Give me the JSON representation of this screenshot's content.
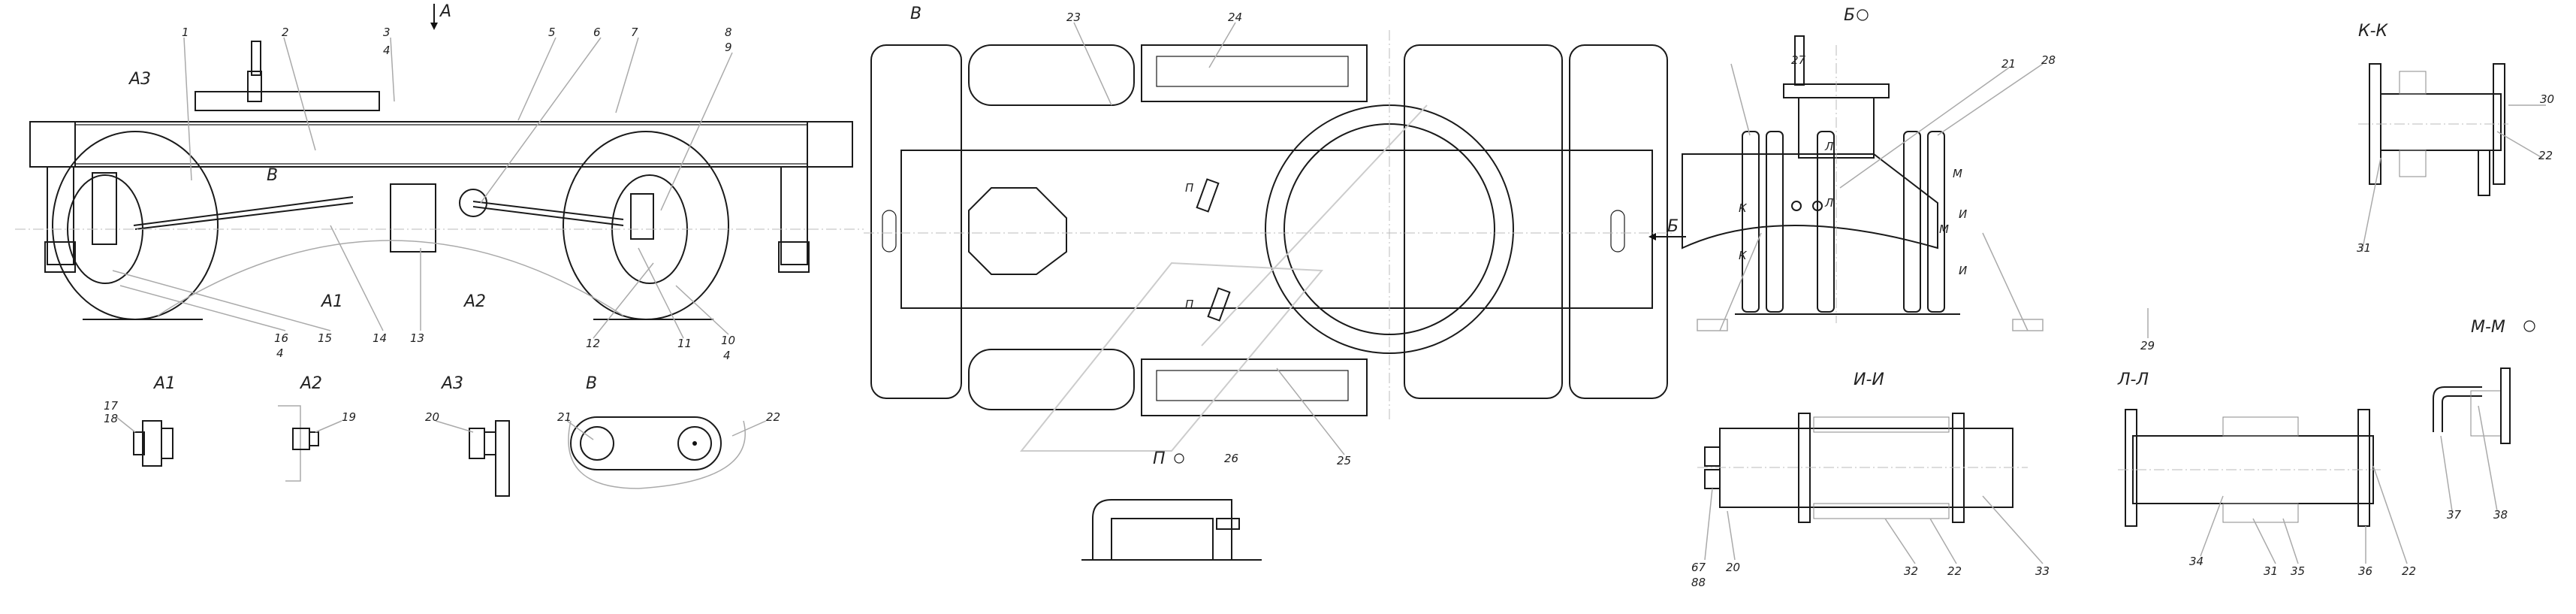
{
  "views": {
    "side": {
      "view_arrow": "А",
      "section_b": "В",
      "callouts": [
        "1",
        "2",
        "3",
        "4",
        "5",
        "6",
        "7",
        "8",
        "9",
        "А3",
        "А1",
        "А2",
        "16",
        "4",
        "15",
        "14",
        "13",
        "12",
        "11",
        "10",
        "4"
      ]
    },
    "details": {
      "a1": "А1",
      "a2": "А2",
      "a3": "А3",
      "b": "В",
      "callouts": [
        "17",
        "18",
        "19",
        "20",
        "21",
        "22"
      ]
    },
    "top": {
      "title": "В",
      "arrow_b": "Б",
      "p1": "П",
      "p2": "П",
      "p_view": "П",
      "callouts": [
        "23",
        "24",
        "25",
        "26"
      ]
    },
    "front": {
      "title": "Б",
      "callouts": [
        "27",
        "21",
        "28",
        "29"
      ],
      "section_marks": [
        "Л",
        "Л",
        "К",
        "К",
        "М",
        "М",
        "И",
        "И"
      ]
    },
    "kk": {
      "title": "К-К",
      "callouts": [
        "30",
        "22",
        "31"
      ]
    },
    "mm": {
      "title": "М-М",
      "callouts": [
        "37",
        "38"
      ]
    },
    "ii": {
      "title": "И-И",
      "callouts": [
        "67",
        "88",
        "20",
        "32",
        "22",
        "33"
      ]
    },
    "ll": {
      "title": "Л-Л",
      "callouts": [
        "34",
        "31",
        "35",
        "36",
        "22"
      ]
    }
  }
}
